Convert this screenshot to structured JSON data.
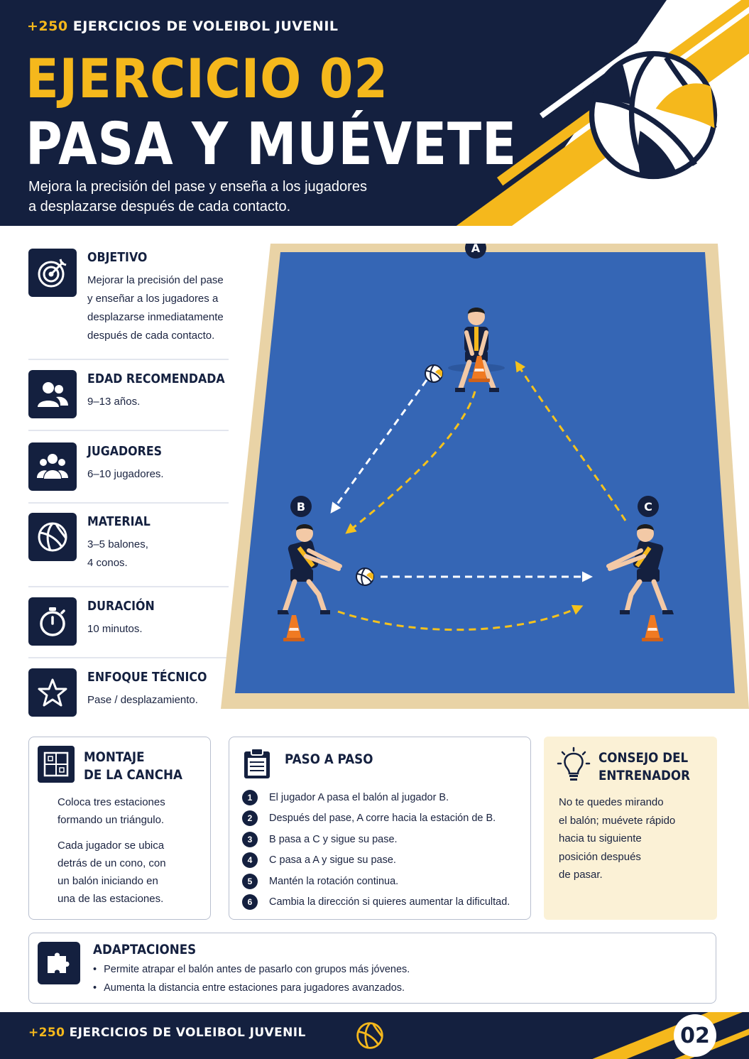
{
  "header": {
    "kicker_accent": "+250",
    "kicker_rest": "EJERCICIOS DE VOLEIBOL JUVENIL",
    "exercise_number": "EJERCICIO 02",
    "exercise_title": "PASA Y MUÉVETE",
    "subtitle_line1": "Mejora la precisión del pase y enseña a los jugadores",
    "subtitle_line2": "a desplazarse después de cada contacto."
  },
  "info": [
    {
      "icon": "target-icon",
      "title": "OBJETIVO",
      "lines": [
        "Mejorar la precisión del pase",
        "y enseñar a los jugadores a",
        "desplazarse inmediatamente",
        "después de cada contacto."
      ]
    },
    {
      "icon": "users-icon",
      "title": "EDAD RECOMENDADA",
      "lines": [
        "9–13 años."
      ]
    },
    {
      "icon": "group-icon",
      "title": "JUGADORES",
      "lines": [
        "6–10 jugadores."
      ]
    },
    {
      "icon": "volleyball-icon",
      "title": "MATERIAL",
      "lines": [
        "3–5 balones,",
        "4 conos."
      ]
    },
    {
      "icon": "stopwatch-icon",
      "title": "DURACIÓN",
      "lines": [
        "10 minutos."
      ]
    },
    {
      "icon": "star-icon",
      "title": "ENFOQUE TÉCNICO",
      "lines": [
        "Pase / desplazamiento."
      ]
    }
  ],
  "court": {
    "player_a": "A",
    "player_b": "B",
    "player_c": "C"
  },
  "setup": {
    "title_line1": "MONTAJE",
    "title_line2": "DE LA CANCHA",
    "para1_lines": [
      "Coloca tres estaciones",
      "formando un triángulo."
    ],
    "para2_lines": [
      "Cada jugador se ubica",
      "detrás de un cono, con",
      "un balón iniciando en",
      "una de las estaciones."
    ]
  },
  "steps": {
    "title": "PASO A PASO",
    "items": [
      {
        "n": "1",
        "text": "El jugador A pasa el balón al jugador B."
      },
      {
        "n": "2",
        "text": "Después del pase, A corre hacia la estación de B."
      },
      {
        "n": "3",
        "text": "B pasa a C y sigue su pase."
      },
      {
        "n": "4",
        "text": "C pasa a A y sigue su pase."
      },
      {
        "n": "5",
        "text": "Mantén la rotación continua."
      },
      {
        "n": "6",
        "text": "Cambia la dirección si quieres aumentar la dificultad."
      }
    ]
  },
  "tip": {
    "title_line1": "CONSEJO DEL",
    "title_line2": "ENTRENADOR",
    "lines": [
      "No te quedes mirando",
      "el balón; muévete rápido",
      "hacia tu siguiente",
      "posición después",
      "de pasar."
    ]
  },
  "adaptations": {
    "title": "ADAPTACIONES",
    "items": [
      "Permite atrapar el balón antes de pasarlo con grupos más jóvenes.",
      "Aumenta la distancia entre estaciones para jugadores avanzados."
    ]
  },
  "footer": {
    "accent": "+250",
    "text": "EJERCICIOS DE VOLEIBOL JUVENIL",
    "page": "02"
  },
  "colors": {
    "navy": "#14203f",
    "yellow": "#f5b81c",
    "court_blue": "#3566b5",
    "court_frame": "#e9d3a6",
    "cone_orange": "#f07a22"
  }
}
